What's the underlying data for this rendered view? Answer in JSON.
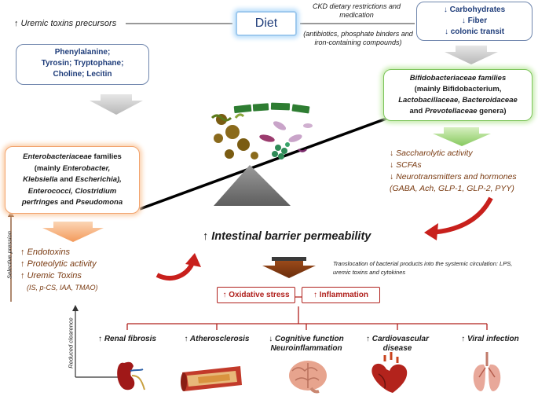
{
  "top": {
    "uremic_precursors": "↑ Uremic toxins precursors",
    "diet": "Diet",
    "ckd_note": "CKD dietary restrictions and medication",
    "ckd_meds": "(antibiotics, phosphate binders and iron-containing compounds)",
    "precursor_list": [
      "Phenylalanine;",
      "Tyrosin; Tryptophane;",
      "Choline; Lecitin"
    ],
    "diet_effects": [
      "↓ Carbohydrates",
      "↓ Fiber",
      "↓ colonic transit"
    ]
  },
  "bifido": {
    "line1": "Bifidobacteriaceae families",
    "line2": "(mainly Bifidobacterium,",
    "line3": "Lactobacillaceae, Bacteroidaceae",
    "line4_pre": "and ",
    "line4_it": "Prevotellaceae",
    "line4_post": " genera)",
    "effects": [
      "↓ Saccharolytic activity",
      "↓ SCFAs",
      "↓ Neurotransmitters and hormones",
      "(GABA, Ach, GLP-1, GLP-2, PYY)"
    ]
  },
  "entero": {
    "line1_it": "Enterobacteriaceae",
    "line1_post": " families",
    "line2_pre": "(mainly ",
    "line2_it": "Enterobacter,",
    "line3_it": "Klebsiella",
    "line3_mid": " and ",
    "line3_it2": "Escherichia),",
    "line4": "Enterococci, Clostridium",
    "line5_it": "perfringes",
    "line5_mid": " and ",
    "line5_it2": "Pseudomona",
    "effects": [
      "↑ Endotoxins",
      "↑ Proteolytic activity",
      "↑ Uremic Toxins",
      "(IS, p-CS, IAA, TMAO)"
    ]
  },
  "axes": {
    "selective_pression": "Selective pression",
    "reduced_clearance": "Reduced clearence"
  },
  "center": {
    "barrier": "↑ Intestinal barrier permeability",
    "translocation": "Translocation of bacterial products into the systemic circulation: LPS, uremic toxins and cytokines",
    "oxidative": "↑ Oxidative stress",
    "inflammation": "↑ Inflammation"
  },
  "outcomes": [
    {
      "label": "↑ Renal fibrosis",
      "icon": "kidney-icon"
    },
    {
      "label": "↑ Atherosclerosis",
      "icon": "artery-icon"
    },
    {
      "label": "↓ Cognitive function Neuroinflammation",
      "icon": "brain-icon"
    },
    {
      "label": "↑ Cardiovascular disease",
      "icon": "heart-icon"
    },
    {
      "label": "↑ Viral infection",
      "icon": "lungs-icon"
    }
  ],
  "colors": {
    "blue_text": "#1f3d7a",
    "brown_text": "#7a3b12",
    "red": "#b0201c",
    "orange_glow": "#f5a66a",
    "green_glow": "#8fd16a"
  }
}
